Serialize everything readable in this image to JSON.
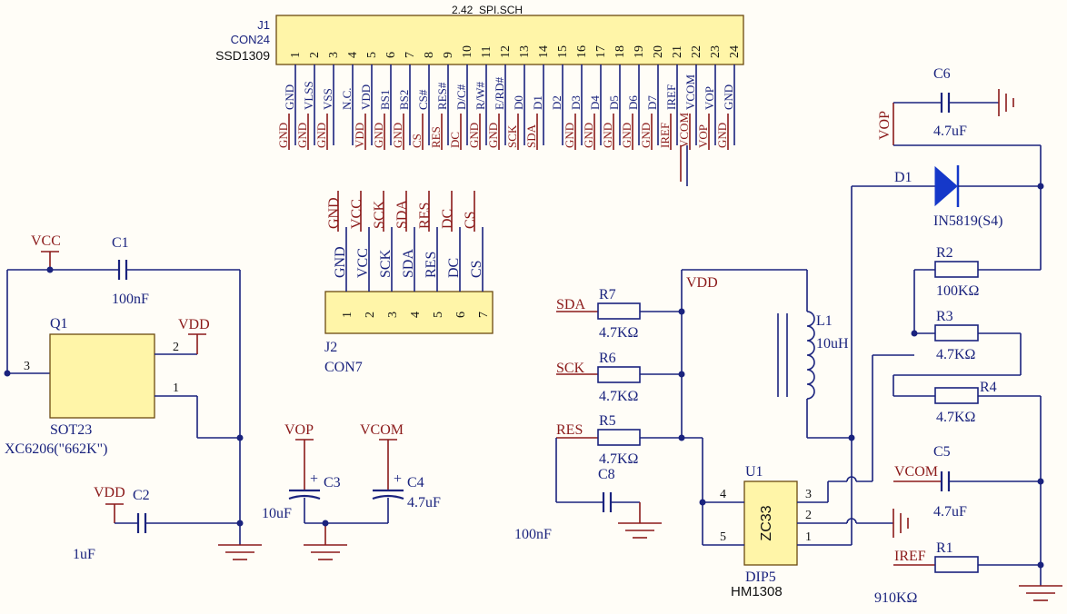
{
  "title": "2.42_SPI.SCH",
  "j1": {
    "ref": "J1",
    "type": "CON24",
    "name": "SSD1309",
    "pins": [
      "1",
      "2",
      "3",
      "4",
      "5",
      "6",
      "7",
      "8",
      "9",
      "10",
      "11",
      "12",
      "13",
      "14",
      "15",
      "16",
      "17",
      "18",
      "19",
      "20",
      "21",
      "22",
      "23",
      "24"
    ],
    "pin_names": [
      "GND",
      "VLSS",
      "VSS",
      "N.C.",
      "VDD",
      "BS1",
      "BS2",
      "CS#",
      "RES#",
      "D/C#",
      "R/W#",
      "E/RD#",
      "D0",
      "D1",
      "D2",
      "D3",
      "D4",
      "D5",
      "D6",
      "D7",
      "IREF",
      "VCOM",
      "VOP",
      "GND"
    ],
    "nets": [
      "GND",
      "GND",
      "GND",
      "",
      "VDD",
      "GND",
      "GND",
      "CS",
      "RES",
      "DC",
      "GND",
      "GND",
      "SCK",
      "SDA",
      "",
      "GND",
      "GND",
      "GND",
      "GND",
      "GND",
      "IREF",
      "VCOM",
      "VOP",
      "GND"
    ]
  },
  "j2": {
    "ref": "J2",
    "type": "CON7",
    "pins": [
      "1",
      "2",
      "3",
      "4",
      "5",
      "6",
      "7"
    ],
    "pin_names": [
      "GND",
      "VCC",
      "SCK",
      "SDA",
      "RES",
      "DC",
      "CS"
    ],
    "nets": [
      "GND",
      "VCC",
      "SCK",
      "SDA",
      "RES",
      "DC",
      "CS"
    ]
  },
  "regulator": {
    "net_vcc": "VCC",
    "c1_ref": "C1",
    "c1_val": "100nF",
    "q1_ref": "Q1",
    "q1_pkg": "SOT23",
    "q1_part": "XC6206(\"662K\")",
    "pin3": "3",
    "pin2": "2",
    "pin1": "1",
    "net_vdd": "VDD",
    "net_vdd2": "VDD",
    "c2_ref": "C2",
    "c2_val": "1uF"
  },
  "caps": {
    "net_vop": "VOP",
    "net_vcom": "VCOM",
    "c3_ref": "C3",
    "c3_val": "10uF",
    "c4_ref": "C4",
    "c4_val": "4.7uF",
    "plus": "+"
  },
  "booster": {
    "net_vdd": "VDD",
    "net_sda": "SDA",
    "r7_ref": "R7",
    "r7_val": "4.7KΩ",
    "net_sck": "SCK",
    "r6_ref": "R6",
    "r6_val": "4.7KΩ",
    "net_res": "RES",
    "r5_ref": "R5",
    "r5_val": "4.7KΩ",
    "c8_ref": "C8",
    "c8_val": "100nF",
    "l1_ref": "L1",
    "l1_val": "10uH",
    "u1_ref": "U1",
    "u1_part": "ZC33",
    "u1_pkg": "DIP5",
    "u1_name": "HM1308",
    "u1_pins": [
      "4",
      "5",
      "3",
      "2",
      "1"
    ],
    "net_vop": "VOP",
    "c6_ref": "C6",
    "c6_val": "4.7uF",
    "d1_ref": "D1",
    "d1_val": "IN5819(S4)",
    "r2_ref": "R2",
    "r2_val": "100KΩ",
    "r3_ref": "R3",
    "r3_val": "4.7KΩ",
    "r4_ref": "R4",
    "r4_val": "4.7KΩ",
    "net_vcom": "VCOM",
    "c5_ref": "C5",
    "c5_val": "4.7uF",
    "net_iref": "IREF",
    "r1_ref": "R1",
    "r1_val": "910KΩ"
  }
}
